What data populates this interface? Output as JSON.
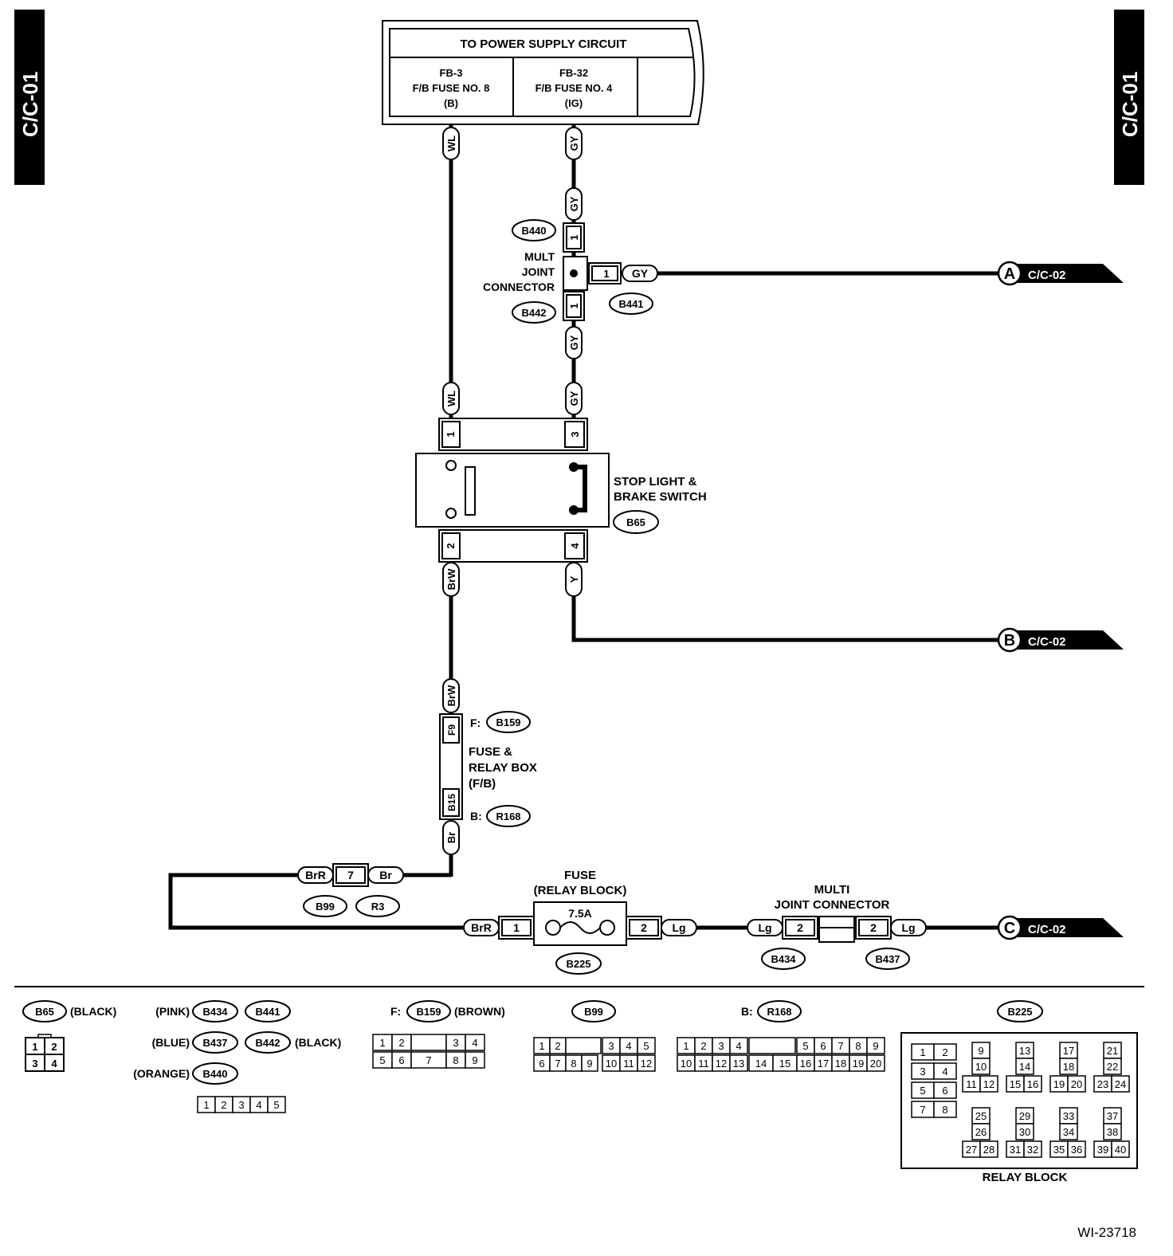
{
  "sheet": {
    "id_tab": "C/C-01",
    "figure_no": "WI-23718"
  },
  "power_supply": {
    "title": "TO POWER SUPPLY CIRCUIT",
    "fuse_left": [
      "FB-3",
      "F/B FUSE NO. 8",
      "(B)"
    ],
    "fuse_right": [
      "FB-32",
      "F/B FUSE NO. 4",
      "(IG)"
    ]
  },
  "wire_colors": {
    "wl": "WL",
    "gy": "GY",
    "brw": "BrW",
    "y": "Y",
    "br": "Br",
    "brr": "BrR",
    "lg": "Lg"
  },
  "mult_joint_upper": {
    "label": [
      "MULT",
      "JOINT",
      "CONNECTOR"
    ],
    "conn_top": "B440",
    "conn_bottom": "B442",
    "conn_side": "B441",
    "pin_top": "1",
    "pin_bottom": "1",
    "pin_side": "1"
  },
  "switch": {
    "label": [
      "STOP LIGHT &",
      "BRAKE SWITCH"
    ],
    "conn": "B65",
    "pins": [
      "1",
      "3",
      "2",
      "4"
    ]
  },
  "fuse_relay_box": {
    "label": [
      "FUSE &",
      "RELAY BOX",
      "(F/B)"
    ],
    "f_prefix": "F:",
    "f_conn": "B159",
    "f_pin": "F9",
    "b_prefix": "B:",
    "b_conn": "R168",
    "b_pin": "B15"
  },
  "joint_b99": {
    "pin": "7",
    "conn_a": "B99",
    "conn_b": "R3"
  },
  "relay_fuse": {
    "label": [
      "FUSE",
      "(RELAY BLOCK)"
    ],
    "rating": "7.5A",
    "conn": "B225",
    "pin_in": "1",
    "pin_out": "2"
  },
  "multi_joint_lower": {
    "label": [
      "MULTI",
      "JOINT CONNECTOR"
    ],
    "conn_a": "B434",
    "conn_b": "B437",
    "pin_a": "2",
    "pin_b": "2"
  },
  "outputs": [
    {
      "letter": "A",
      "target": "C/C-02"
    },
    {
      "letter": "B",
      "target": "C/C-02"
    },
    {
      "letter": "C",
      "target": "C/C-02"
    }
  ],
  "legend": {
    "b65": {
      "conn": "B65",
      "color": "(BLACK)",
      "pins": [
        "1",
        "2",
        "3",
        "4"
      ]
    },
    "b434": {
      "conn": "B434",
      "color": "(PINK)"
    },
    "b437": {
      "conn": "B437",
      "color": "(BLUE)"
    },
    "b440": {
      "conn": "B440",
      "color": "(ORANGE)"
    },
    "b441": {
      "conn": "B441"
    },
    "b442": {
      "conn": "B442",
      "color": "(BLACK)"
    },
    "joint_pins": [
      "1",
      "2",
      "3",
      "4",
      "5"
    ],
    "b159": {
      "prefix": "F:",
      "conn": "B159",
      "color": "(BROWN)",
      "pins_top": [
        "1",
        "2",
        "3",
        "4"
      ],
      "pins_bottom": [
        "5",
        "6",
        "7",
        "8",
        "9"
      ]
    },
    "b99": {
      "conn": "B99",
      "pins_top": [
        "1",
        "2",
        "3",
        "4",
        "5"
      ],
      "pins_bottom": [
        "6",
        "7",
        "8",
        "9",
        "10",
        "11",
        "12"
      ]
    },
    "r168": {
      "prefix": "B:",
      "conn": "R168",
      "pins_top": [
        "1",
        "2",
        "3",
        "4",
        "5",
        "6",
        "7",
        "8",
        "9"
      ],
      "pins_bottom": [
        "10",
        "11",
        "12",
        "13",
        "14",
        "15",
        "16",
        "17",
        "18",
        "19",
        "20"
      ]
    },
    "b225": {
      "conn": "B225",
      "caption": "RELAY BLOCK",
      "left_pins": [
        "1",
        "2",
        "3",
        "4",
        "5",
        "6",
        "7",
        "8"
      ],
      "groups": [
        [
          "9",
          "10",
          "11",
          "12"
        ],
        [
          "13",
          "14",
          "15",
          "16"
        ],
        [
          "17",
          "18",
          "19",
          "20"
        ],
        [
          "21",
          "22",
          "23",
          "24"
        ],
        [
          "25",
          "26",
          "27",
          "28"
        ],
        [
          "29",
          "30",
          "31",
          "32"
        ],
        [
          "33",
          "34",
          "35",
          "36"
        ],
        [
          "37",
          "38",
          "39",
          "40"
        ]
      ]
    }
  }
}
